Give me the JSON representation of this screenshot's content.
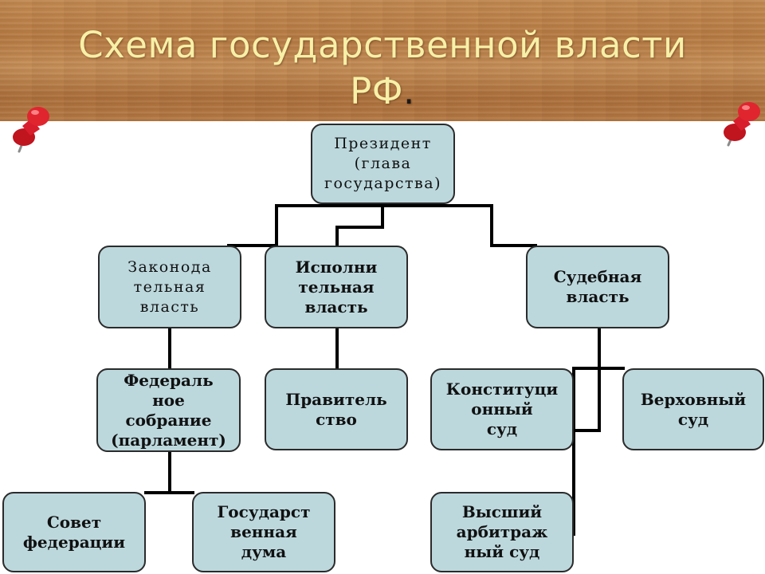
{
  "title": {
    "line1": "Схема государственной власти",
    "line2": "РФ",
    "dot": "."
  },
  "colors": {
    "box": "#bcd8dd",
    "line": "#000000",
    "title": "#f7f0a8",
    "pin": "#d81e2c"
  },
  "nodes": {
    "president": "Президент\n(глава\nгосударства)",
    "legislative": "Законода\nтельная\nвласть",
    "executive": "Исполни\nтельная\nвласть",
    "judicial": "Судебная\nвласть",
    "federal_assembly": "Федераль\nное\nсобрание\n(парламент)",
    "government": "Правитель\nство",
    "constitutional_court": "Конституци\nонный\nсуд",
    "supreme_court": "Верховный\nсуд",
    "federation_council": "Совет\nфедерации",
    "state_duma": "Государст\nвенная\nдума",
    "arbitration_court": "Высший\nарбитраж\nный суд"
  },
  "icons": {
    "pins": [
      "pushpin-icon",
      "pushpin-icon"
    ]
  }
}
